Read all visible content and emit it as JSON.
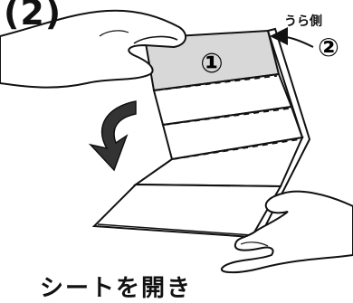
{
  "step": "(2)",
  "back_side_label": "うら側",
  "marker_1": "①",
  "marker_2": "②",
  "caption": "シートを開き"
}
